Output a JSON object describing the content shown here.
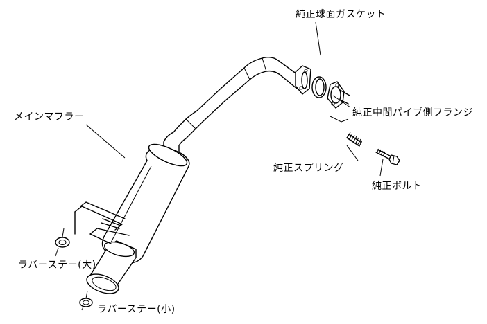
{
  "labels": {
    "gasket": "純正球面ガスケット",
    "flange": "純正中間パイプ側フランジ",
    "main_muffler": "メインマフラー",
    "spring": "純正スプリング",
    "bolt": "純正ボルト",
    "rubber_large": "ラバーステー(大)",
    "rubber_small": "ラバーステー(小)"
  }
}
